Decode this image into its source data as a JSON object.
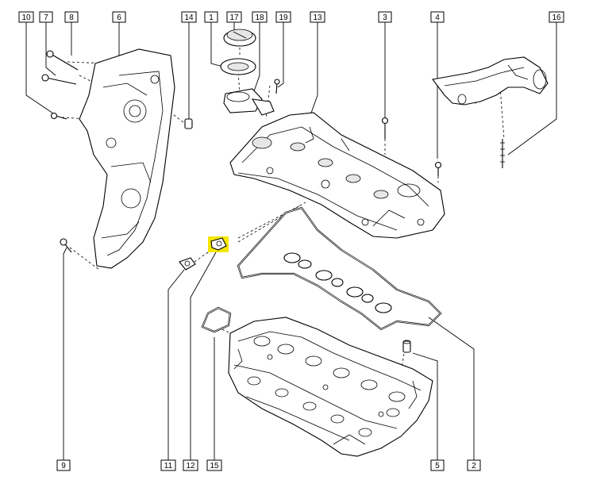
{
  "callouts": [
    {
      "id": "10",
      "label": "10"
    },
    {
      "id": "7",
      "label": "7"
    },
    {
      "id": "8",
      "label": "8"
    },
    {
      "id": "6",
      "label": "6"
    },
    {
      "id": "14",
      "label": "14"
    },
    {
      "id": "1",
      "label": "1"
    },
    {
      "id": "17",
      "label": "17"
    },
    {
      "id": "18",
      "label": "18"
    },
    {
      "id": "19",
      "label": "19"
    },
    {
      "id": "13",
      "label": "13"
    },
    {
      "id": "3",
      "label": "3"
    },
    {
      "id": "4",
      "label": "4"
    },
    {
      "id": "16",
      "label": "16"
    },
    {
      "id": "9",
      "label": "9"
    },
    {
      "id": "11",
      "label": "11"
    },
    {
      "id": "12",
      "label": "12"
    },
    {
      "id": "15",
      "label": "15"
    },
    {
      "id": "5",
      "label": "5"
    },
    {
      "id": "2",
      "label": "2"
    }
  ],
  "highlight_color": "#f5e600",
  "line_color": "#000000"
}
